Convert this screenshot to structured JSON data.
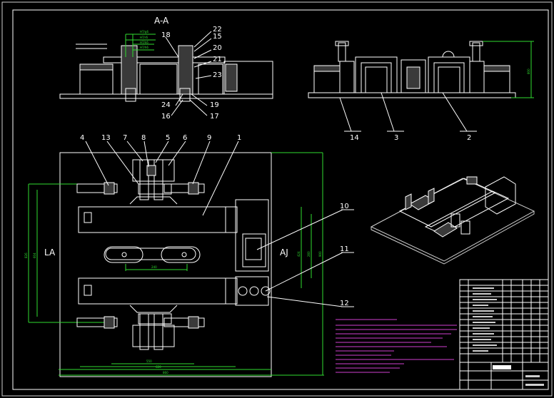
{
  "drawing": {
    "section_title": "A-A",
    "view_letters": {
      "left": "LA",
      "right": "AJ"
    },
    "callouts_top": [
      "18",
      "22",
      "15",
      "20",
      "21",
      "23",
      "24",
      "16",
      "19",
      "17"
    ],
    "callouts_right_view": [
      "14",
      "3",
      "2"
    ],
    "callouts_plan_top": [
      "4",
      "13",
      "7",
      "8",
      "5",
      "6",
      "9",
      "1"
    ],
    "callouts_plan_right": [
      "10",
      "11",
      "12"
    ],
    "colors": {
      "background": "#000000",
      "lines": "#ffffff",
      "dimensions": "#2fdc2f",
      "notes": "#d040d0"
    }
  }
}
